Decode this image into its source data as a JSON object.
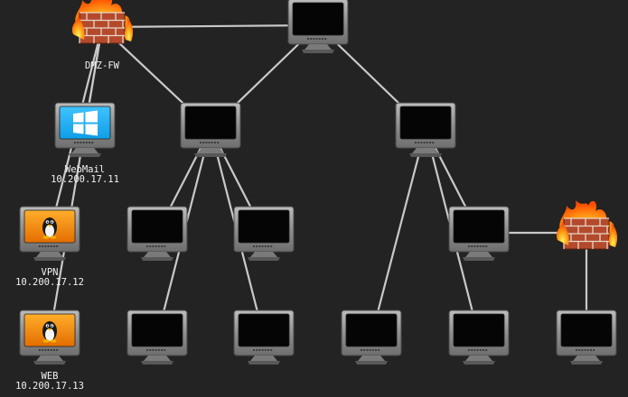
{
  "background": "#232323",
  "edge_color": "#c9c9c9",
  "nodes": [
    {
      "id": "core",
      "kind": "monitor",
      "icon": "blank-monitor-icon"
    },
    {
      "id": "dmz-fw",
      "kind": "firewall",
      "icon": "firewall-icon",
      "label": "DMZ-FW"
    },
    {
      "id": "sw-left",
      "kind": "monitor",
      "icon": "blank-monitor-icon"
    },
    {
      "id": "sw-right",
      "kind": "monitor",
      "icon": "blank-monitor-icon"
    },
    {
      "id": "webmail",
      "kind": "windows",
      "icon": "windows-monitor-icon",
      "label": "WebMail",
      "ip": "10.200.17.11"
    },
    {
      "id": "vpn",
      "kind": "linux",
      "icon": "linux-monitor-icon",
      "label": "VPN",
      "ip": "10.200.17.12"
    },
    {
      "id": "web",
      "kind": "linux",
      "icon": "linux-monitor-icon",
      "label": "WEB",
      "ip": "10.200.17.13"
    },
    {
      "id": "host-l1",
      "kind": "monitor",
      "icon": "blank-monitor-icon"
    },
    {
      "id": "host-l2",
      "kind": "monitor",
      "icon": "blank-monitor-icon"
    },
    {
      "id": "host-r1",
      "kind": "monitor",
      "icon": "blank-monitor-icon"
    },
    {
      "id": "leaf-1",
      "kind": "monitor",
      "icon": "blank-monitor-icon"
    },
    {
      "id": "leaf-2",
      "kind": "monitor",
      "icon": "blank-monitor-icon"
    },
    {
      "id": "leaf-3",
      "kind": "monitor",
      "icon": "blank-monitor-icon"
    },
    {
      "id": "leaf-4",
      "kind": "monitor",
      "icon": "blank-monitor-icon"
    },
    {
      "id": "fw-2",
      "kind": "firewall",
      "icon": "firewall-icon"
    },
    {
      "id": "leaf-5",
      "kind": "monitor",
      "icon": "blank-monitor-icon"
    }
  ],
  "edges": [
    [
      "core",
      "dmz-fw"
    ],
    [
      "core",
      "sw-left"
    ],
    [
      "core",
      "sw-right"
    ],
    [
      "dmz-fw",
      "webmail"
    ],
    [
      "dmz-fw",
      "vpn"
    ],
    [
      "dmz-fw",
      "web"
    ],
    [
      "dmz-fw",
      "sw-left"
    ],
    [
      "sw-left",
      "host-l1"
    ],
    [
      "sw-left",
      "host-l2"
    ],
    [
      "sw-left",
      "leaf-1"
    ],
    [
      "sw-left",
      "leaf-2"
    ],
    [
      "sw-right",
      "host-r1"
    ],
    [
      "sw-right",
      "leaf-3"
    ],
    [
      "sw-right",
      "leaf-4"
    ],
    [
      "host-r1",
      "fw-2"
    ],
    [
      "fw-2",
      "leaf-5"
    ]
  ]
}
